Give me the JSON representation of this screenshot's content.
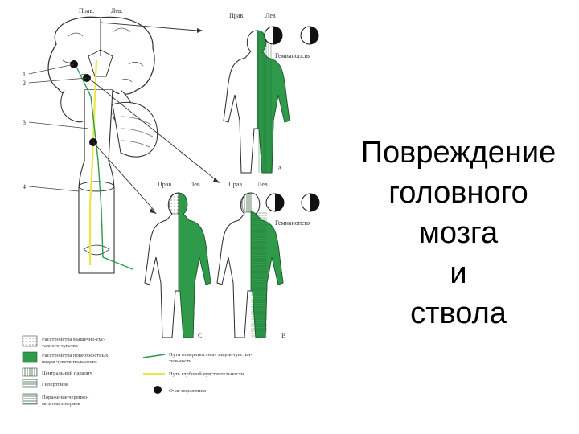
{
  "title_lines": [
    "Повреждение",
    "головного",
    "мозга",
    "и",
    "ствола"
  ],
  "brain_labels": {
    "right": "Прав.",
    "left": "Лев."
  },
  "figure_labels": {
    "a": {
      "right": "Прав.",
      "left": "Лев",
      "caption": "Гемианопсия",
      "letter": "A"
    },
    "c": {
      "right": "Прав.",
      "left": "Лев.",
      "letter": "С"
    },
    "b": {
      "right": "Прав",
      "left": "Лев.",
      "caption": "Гемианопсия",
      "letter": "В"
    }
  },
  "pathway_numbers": [
    "1",
    "2",
    "3",
    "4"
  ],
  "legend": {
    "dotted": [
      "Расстройства мышечно-сус-",
      "тавного чувства"
    ],
    "green": [
      "Расстройства поверхностных",
      "видов чувствительности"
    ],
    "vertical": [
      "Центральный паралич"
    ],
    "horizontal": [
      "Гипертония"
    ],
    "cranial": [
      "Поражение черепно-",
      "мозговых нервов"
    ],
    "green_path": [
      "Пути поверхностных видов чувстви-",
      "тельности"
    ],
    "yellow_path": [
      "Путь глубокой чувствительности"
    ],
    "focus": [
      "Очаг поражения"
    ]
  },
  "colors": {
    "green": "#2e9a4a",
    "yellow": "#e9e54a",
    "ink": "#2b2b2b"
  }
}
